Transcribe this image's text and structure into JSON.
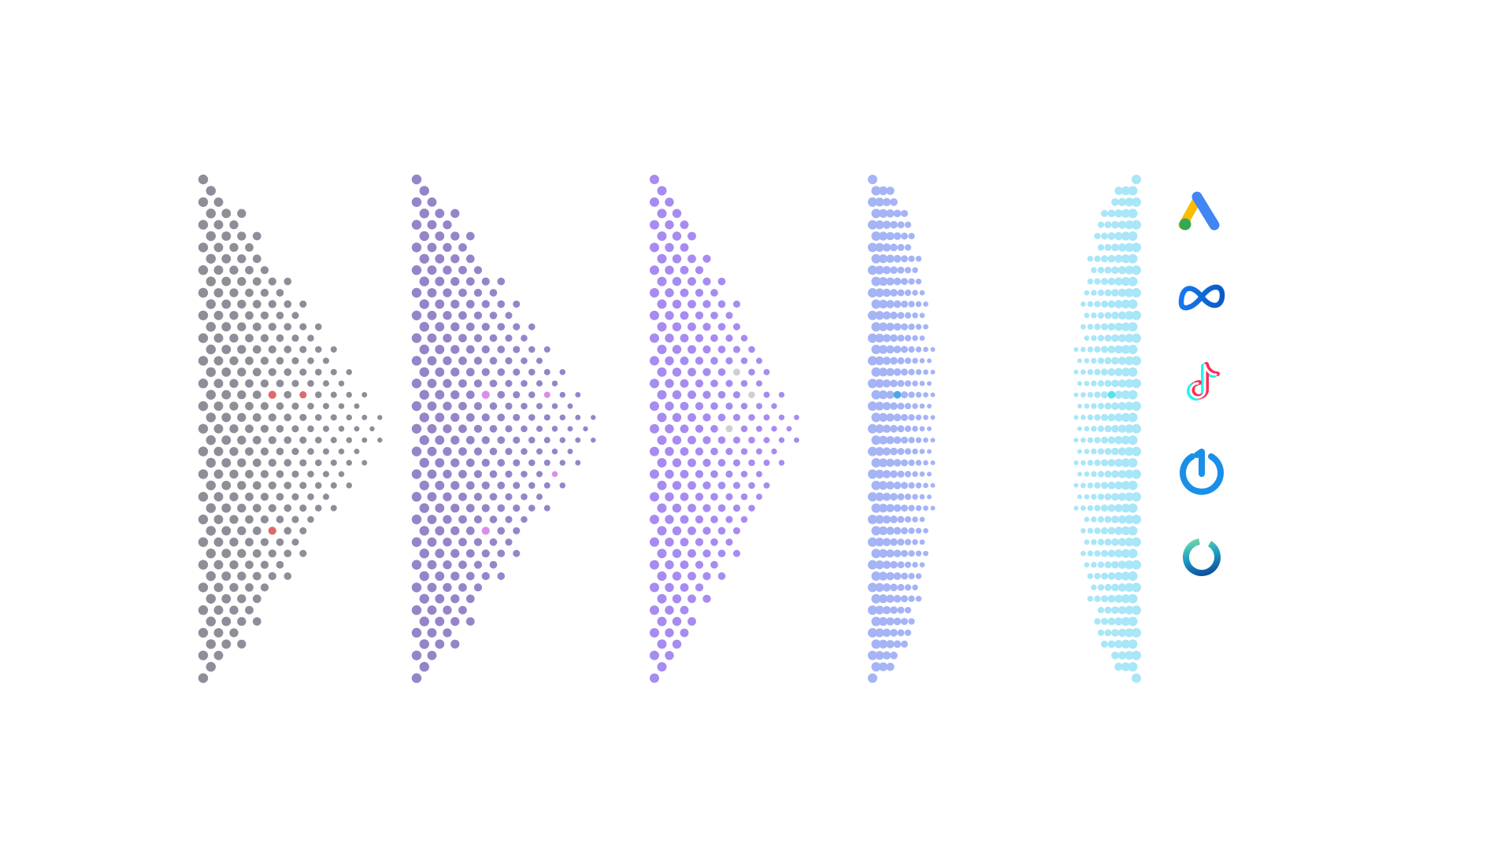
{
  "diagram": {
    "panels": [
      {
        "name": "panel-1",
        "dot_color": "#8e8e98",
        "highlight_color": "#e06a6a"
      },
      {
        "name": "panel-2",
        "dot_color": "#9585c8",
        "highlight_color": "#d98ee8"
      },
      {
        "name": "panel-3",
        "dot_color": "#a78bf0",
        "highlight_color": "#cfcfcf"
      },
      {
        "name": "panel-4",
        "dot_color": "#a5b4f5",
        "highlight_color": "#4aa8f0"
      },
      {
        "name": "panel-5",
        "dot_color": "#a9e6f7",
        "highlight_color": "#5ae0f0"
      }
    ],
    "logos": [
      {
        "name": "google-ads-logo-icon"
      },
      {
        "name": "meta-logo-icon"
      },
      {
        "name": "tiktok-logo-icon"
      },
      {
        "name": "power-logo-icon"
      },
      {
        "name": "ring-logo-icon"
      }
    ]
  }
}
